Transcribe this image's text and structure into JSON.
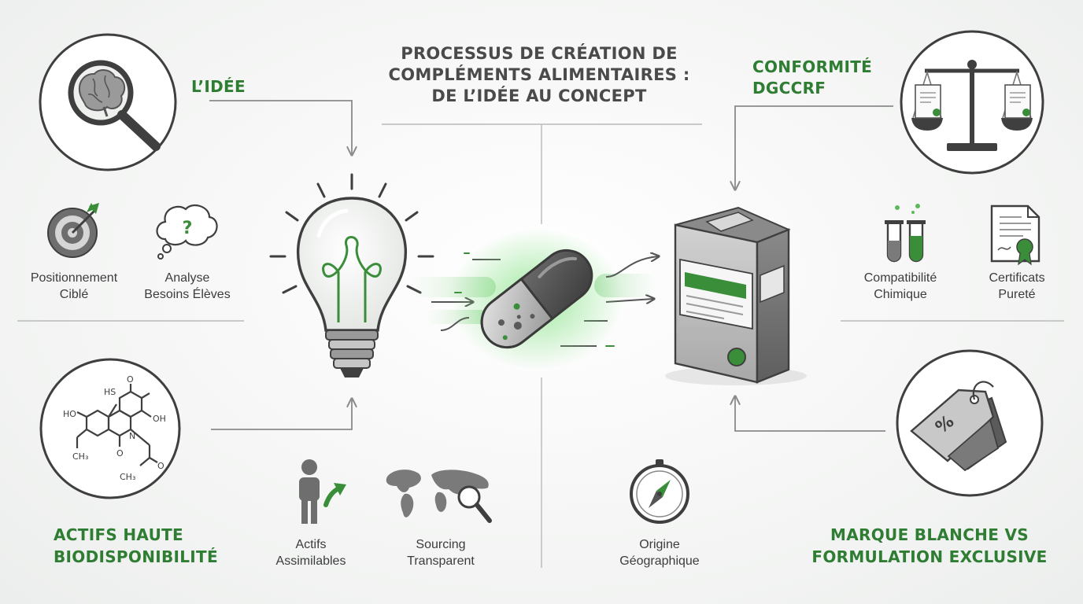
{
  "title": "PROCESSUS DE CRÉATION DE\nCOMPLÉMENTS ALIMENTAIRES :\nDE L’IDÉE AU CONCEPT",
  "sections": {
    "idee": "L’IDÉE",
    "conformite": "CONFORMITÉ\nDGCCRF",
    "actifs": "ACTIFS HAUTE\nBIODISPONIBILITÉ",
    "marque": "MARQUE BLANCHE VS\nFORMULATION EXCLUSIVE"
  },
  "captions": {
    "positionnement": "Positionnement\nCiblé",
    "analyse": "Analyse\nBesoins Élèves",
    "compatibilite": "Compatibilité\nChimique",
    "certificats": "Certificats\nPureté",
    "actifs_assimilables": "Actifs\nAssimilables",
    "sourcing": "Sourcing\nTransparent",
    "origine": "Origine\nGéographique"
  },
  "icon_labels": {
    "question": "?",
    "hs": "HS",
    "ho1": "HO",
    "oh": "OH",
    "o1": "O",
    "o2": "O",
    "o3": "O",
    "n": "N",
    "ch3a": "CH₃",
    "ch3b": "CH₃",
    "percent": "%"
  },
  "colors": {
    "accent": "#2e7d32",
    "accent_light": "#4caf50",
    "line": "#8a8a8a",
    "icon_dark": "#3f3f3f"
  }
}
